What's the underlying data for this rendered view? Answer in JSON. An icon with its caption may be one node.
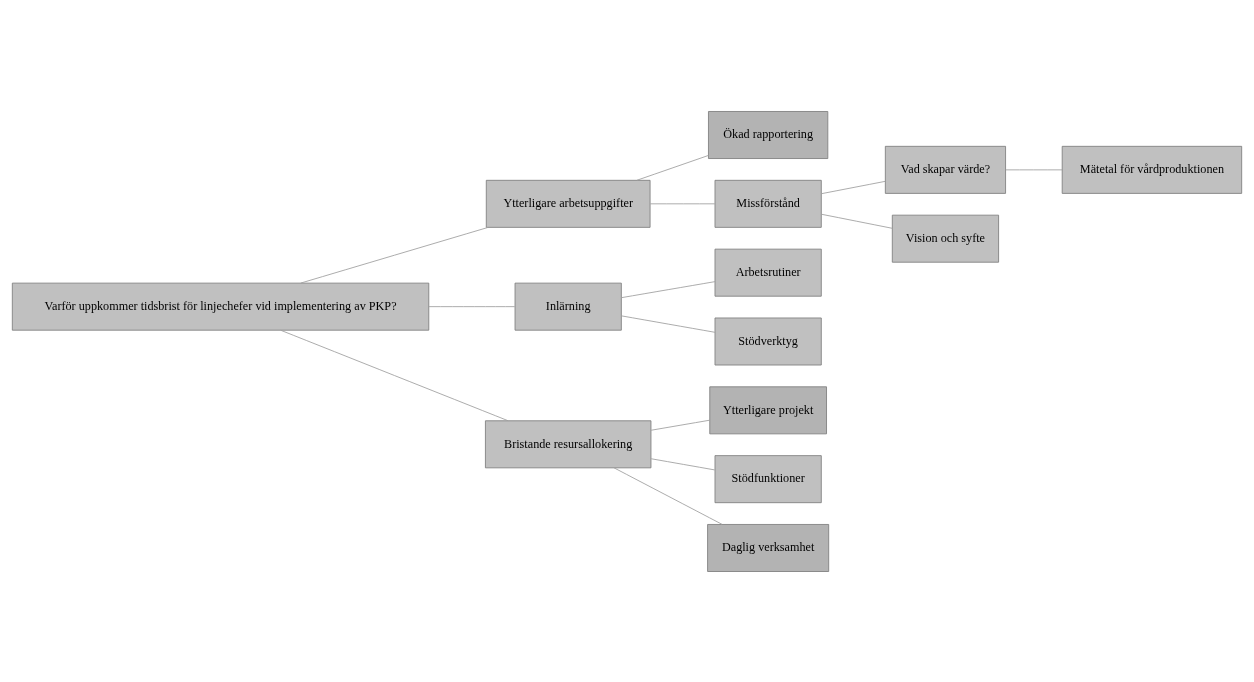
{
  "diagram": {
    "nodes": [
      {
        "text": [
          "Varför uppkommer tidsbrist för linjechefer vid implementering av PKP?"
        ]
      },
      {
        "text": [
          "Ytterligare arbetsuppgifter"
        ]
      },
      {
        "text": [
          "Ökad rapportering"
        ]
      },
      {
        "text": [
          "Missförstånd"
        ]
      },
      {
        "text": [
          "Vad skapar värde?"
        ]
      },
      {
        "text": [
          "Mätetal för vårdproduktionen"
        ]
      },
      {
        "text": [
          "Vision och syfte"
        ]
      },
      {
        "text": [
          "Inlärning"
        ]
      },
      {
        "text": [
          "Arbetsrutiner"
        ]
      },
      {
        "text": [
          "Stödverktyg"
        ]
      },
      {
        "text": [
          "Bristande resursallokering"
        ]
      },
      {
        "text": [
          "Ytterligare projekt"
        ]
      },
      {
        "text": [
          "Stödfunktioner"
        ]
      },
      {
        "text": [
          "Daglig verksamhet"
        ]
      }
    ],
    "edges": [
      {
        "from": 0,
        "to": 1,
        "arrow": "none"
      },
      {
        "from": 0,
        "to": 7,
        "arrow": "none"
      },
      {
        "from": 0,
        "to": 10,
        "arrow": "none"
      },
      {
        "from": 1,
        "to": 2,
        "arrow": "none"
      },
      {
        "from": 1,
        "to": 3,
        "arrow": "none"
      },
      {
        "from": 3,
        "to": 4,
        "arrow": "none"
      },
      {
        "from": 3,
        "to": 6,
        "arrow": "none"
      },
      {
        "from": 4,
        "to": 5,
        "arrow": "none"
      },
      {
        "from": 7,
        "to": 8,
        "arrow": "none"
      },
      {
        "from": 7,
        "to": 9,
        "arrow": "none"
      },
      {
        "from": 10,
        "to": 11,
        "arrow": "none"
      },
      {
        "from": 10,
        "to": 12,
        "arrow": "none"
      },
      {
        "from": 10,
        "to": 13,
        "arrow": "none"
      }
    ]
  }
}
